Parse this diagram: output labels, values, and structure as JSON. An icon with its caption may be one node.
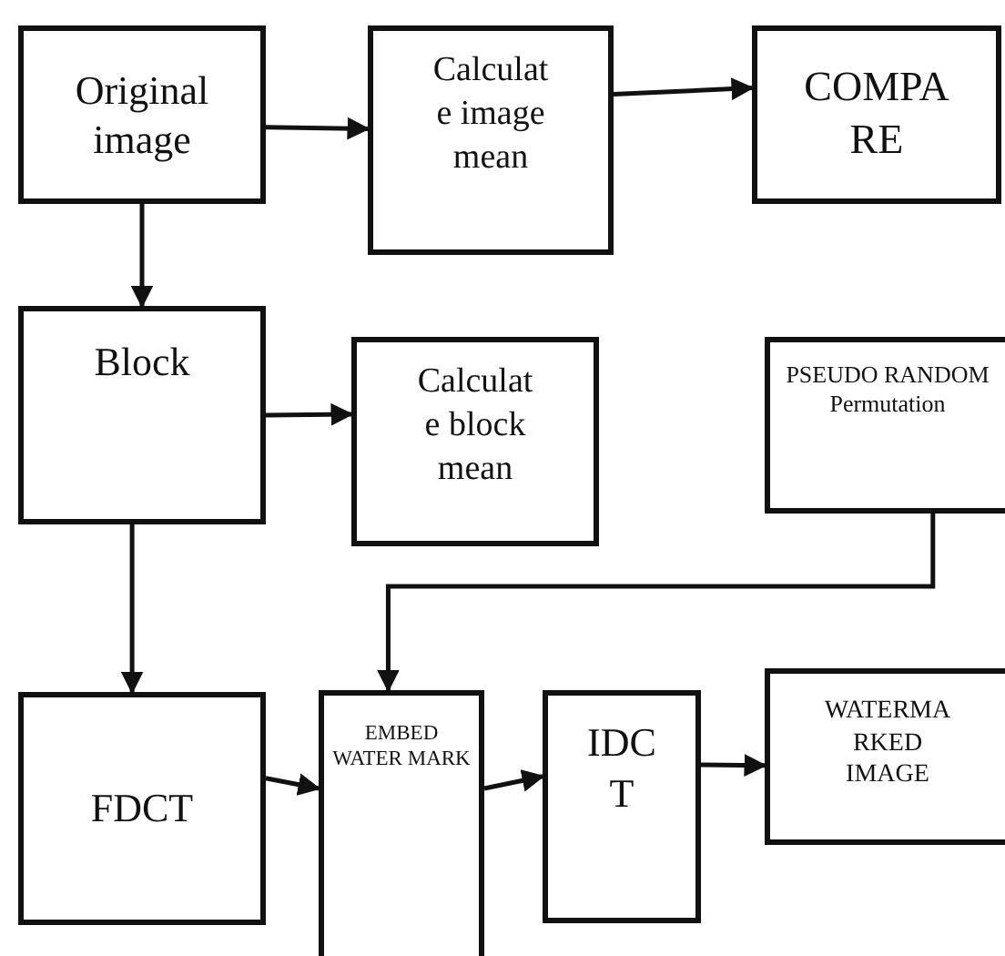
{
  "diagram": {
    "nodes": [
      {
        "text": [
          "Original image"
        ]
      },
      {
        "text": [
          "Calculate image mean"
        ]
      },
      {
        "text": [
          "COMPA RE"
        ]
      },
      {
        "text": [
          "Block"
        ]
      },
      {
        "text": [
          "Calculate block mean"
        ]
      },
      {
        "text": [
          "PSEUDO RANDOM Permutation"
        ]
      },
      {
        "text": [
          "FDCT"
        ]
      },
      {
        "text": [
          "EMBED WATER MARK"
        ]
      },
      {
        "text": [
          "IDC T"
        ]
      },
      {
        "text": [
          "WATERMA RKED IMAGE"
        ]
      }
    ],
    "edges": [
      {
        "from": 0,
        "to": 1,
        "arrow": "to"
      },
      {
        "from": 1,
        "to": 2,
        "arrow": "to"
      },
      {
        "from": 0,
        "to": 3,
        "arrow": "to"
      },
      {
        "from": 3,
        "to": 4,
        "arrow": "to"
      },
      {
        "from": 3,
        "to": 6,
        "arrow": "to"
      },
      {
        "from": 6,
        "to": 7,
        "arrow": "to"
      },
      {
        "from": 7,
        "to": 8,
        "arrow": "to"
      },
      {
        "from": 8,
        "to": 9,
        "arrow": "to"
      },
      {
        "from": 5,
        "to": 7,
        "arrow": "to"
      }
    ]
  }
}
